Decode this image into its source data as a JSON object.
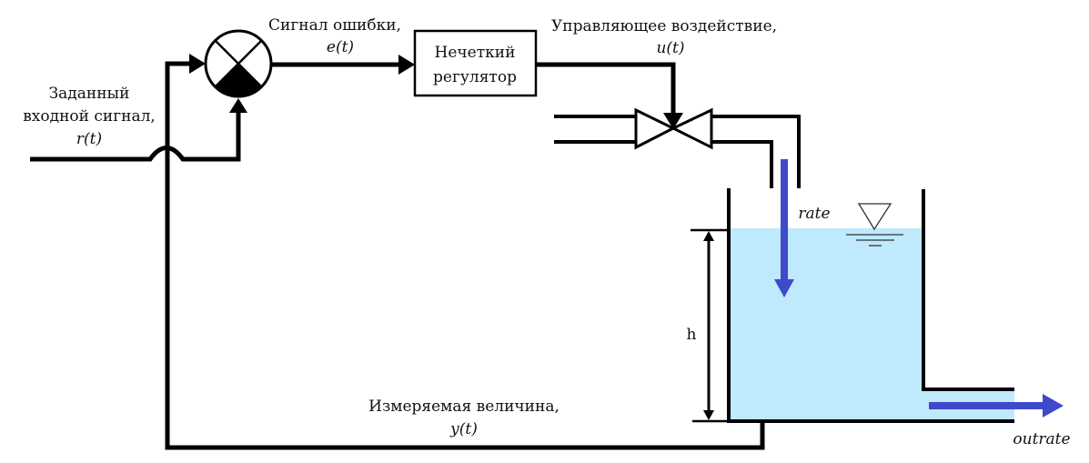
{
  "diagram": {
    "title": "Fuzzy controller water tank level control loop",
    "labels": {
      "reference_line1": "Заданный",
      "reference_line2": "входной сигнал,",
      "reference_symbol": "r(t)",
      "error_line1": "Сигнал ошибки,",
      "error_symbol": "e(t)",
      "controller_line1": "Нечеткий",
      "controller_line2": "регулятор",
      "control_line1": "Управляющее воздействие,",
      "control_symbol": "u(t)",
      "measured_line1": "Измеряемая величина,",
      "measured_symbol": "y(t)",
      "height": "h",
      "inflow": "rate",
      "outflow": "outrate"
    },
    "colors": {
      "line": "#000000",
      "water": "#bfe9fc",
      "flow_arrow": "#4049c9"
    }
  }
}
